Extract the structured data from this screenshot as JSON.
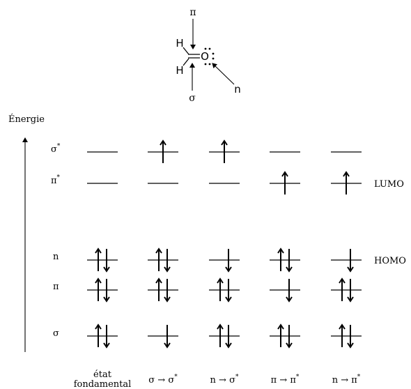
{
  "molecule": {
    "h_top": "H",
    "h_bottom": "H",
    "oxygen": "O",
    "pi_label": "π",
    "sigma_label": "σ",
    "n_label": "n"
  },
  "energy_label": "Énergie",
  "orbitals": [
    {
      "id": "sigma_star",
      "label": "σ",
      "sup": "*"
    },
    {
      "id": "pi_star",
      "label": "π",
      "sup": "*"
    },
    {
      "id": "n",
      "label": "n",
      "sup": ""
    },
    {
      "id": "pi",
      "label": "π",
      "sup": ""
    },
    {
      "id": "sigma",
      "label": "σ",
      "sup": ""
    }
  ],
  "side_labels": {
    "lumo": "LUMO",
    "homo": "HOMO"
  },
  "columns": [
    {
      "label_line1": "état",
      "label_line2": "fondamental",
      "occupancy": {
        "sigma_star": "",
        "pi_star": "",
        "n": "ud",
        "pi": "ud",
        "sigma": "ud"
      }
    },
    {
      "label": "σ → σ",
      "sup": "*",
      "occupancy": {
        "sigma_star": "u",
        "pi_star": "",
        "n": "ud",
        "pi": "ud",
        "sigma": "d"
      }
    },
    {
      "label": "n → σ",
      "sup": "*",
      "occupancy": {
        "sigma_star": "u",
        "pi_star": "",
        "n": "d",
        "pi": "ud",
        "sigma": "ud"
      }
    },
    {
      "label": "π → π",
      "sup": "*",
      "occupancy": {
        "sigma_star": "",
        "pi_star": "u",
        "n": "ud",
        "pi": "d",
        "sigma": "ud"
      }
    },
    {
      "label": "n → π",
      "sup": "*",
      "occupancy": {
        "sigma_star": "",
        "pi_star": "u",
        "n": "d",
        "pi": "ud",
        "sigma": "ud"
      }
    }
  ]
}
